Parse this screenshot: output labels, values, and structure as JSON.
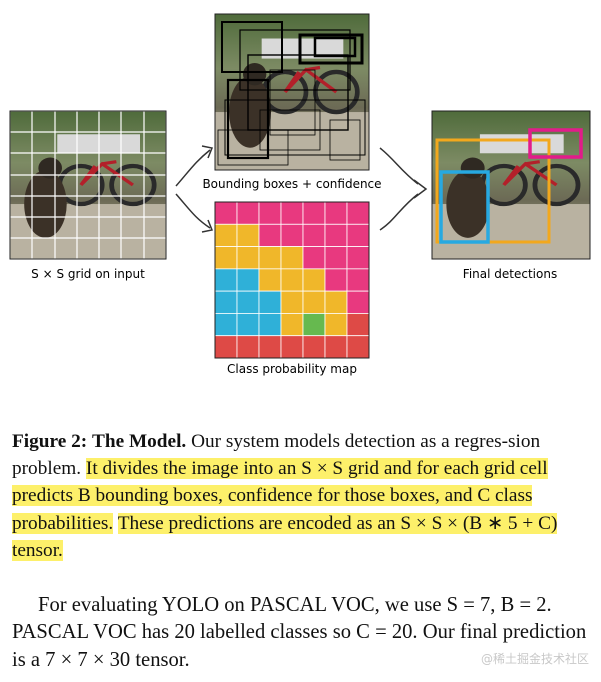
{
  "figure": {
    "labels": {
      "grid_input": "S × S grid on input",
      "bbox_conf": "Bounding boxes + confidence",
      "class_map": "Class probability map",
      "final": "Final detections"
    },
    "class_map_grid": [
      [
        "magenta",
        "magenta",
        "magenta",
        "magenta",
        "magenta",
        "magenta",
        "magenta"
      ],
      [
        "yellow",
        "yellow",
        "magenta",
        "magenta",
        "magenta",
        "magenta",
        "magenta"
      ],
      [
        "yellow",
        "yellow",
        "yellow",
        "yellow",
        "magenta",
        "magenta",
        "magenta"
      ],
      [
        "cyan",
        "cyan",
        "yellow",
        "yellow",
        "yellow",
        "magenta",
        "magenta"
      ],
      [
        "cyan",
        "cyan",
        "cyan",
        "yellow",
        "yellow",
        "yellow",
        "magenta"
      ],
      [
        "cyan",
        "cyan",
        "cyan",
        "yellow",
        "green",
        "yellow",
        "red"
      ],
      [
        "red",
        "red",
        "red",
        "red",
        "red",
        "red",
        "red"
      ]
    ],
    "colors": {
      "magenta": "#e8397f",
      "yellow": "#f0b72a",
      "cyan": "#2fb0d8",
      "green": "#66b94f",
      "red": "#de4a46",
      "box_pink": "#e21c8a",
      "box_yellow": "#f2a81d",
      "box_cyan": "#27a9e1"
    }
  },
  "caption": {
    "prefix": "Figure 2:",
    "title": "The Model.",
    "text1": "Our system models detection as a regres-sion problem.",
    "hl1": "It divides the image into an S × S grid and for each grid cell predicts B bounding boxes, confidence for those boxes, and C class probabilities.",
    "hl2": "These predictions are encoded as an S × S × (B ∗ 5 + C) tensor."
  },
  "body": {
    "p1": "For evaluating YOLO on PASCAL VOC, we use S = 7, B = 2. PASCAL VOC has 20 labelled classes so C = 20. Our final prediction is a 7 × 7 × 30 tensor."
  },
  "watermark": "@稀土掘金技术社区"
}
